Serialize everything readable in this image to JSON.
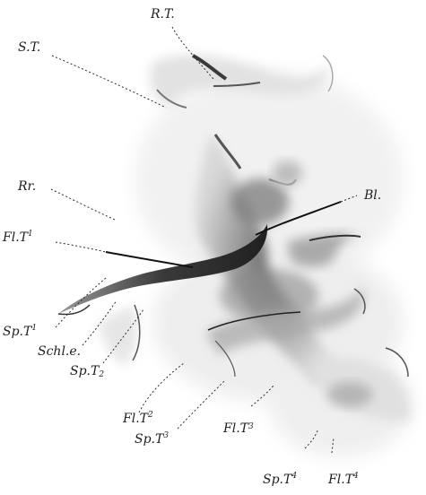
{
  "labels": {
    "rt": {
      "main": "R.T.",
      "sup": ""
    },
    "st": {
      "main": "S.T.",
      "sup": ""
    },
    "rr": {
      "main": "Rr.",
      "sup": ""
    },
    "bl": {
      "main": "Bl.",
      "sup": ""
    },
    "flt1": {
      "main": "Fl.T",
      "sup": "1"
    },
    "spt1": {
      "main": "Sp.T",
      "sup": "1"
    },
    "schle": {
      "main": "Schl.e.",
      "sup": ""
    },
    "spt2": {
      "main": "Sp.T",
      "sup": "2"
    },
    "flt2": {
      "main": "Fl.T",
      "sup": "2"
    },
    "spt3": {
      "main": "Sp.T",
      "sup": "3"
    },
    "flt3": {
      "main": "Fl.T",
      "sup": "3"
    },
    "spt4": {
      "main": "Sp.T",
      "sup": "4"
    },
    "flt4": {
      "main": "Fl.T",
      "sup": "4"
    }
  }
}
